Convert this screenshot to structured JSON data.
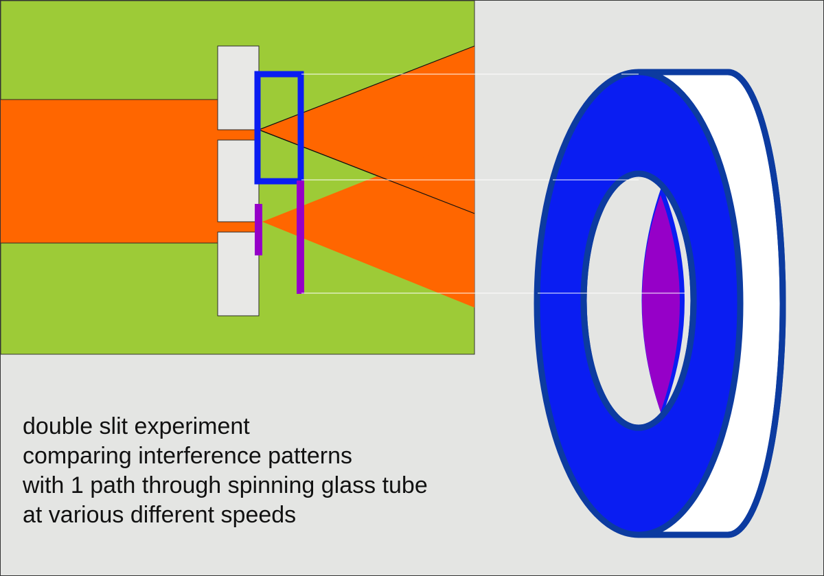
{
  "caption": {
    "lines": [
      "double slit experiment",
      "comparing interference patterns",
      "with 1 path through spinning glass tube",
      "at various different speeds"
    ]
  },
  "colors": {
    "background": "#e4e5e3",
    "panel": "#9dcb37",
    "beam": "#ff6600",
    "barrier": "#e8e8e6",
    "tube_blue": "#0a1df2",
    "tube_outline": "#0c3ba0",
    "glass_purple": "#9600c8",
    "guide_line": "#ffffff"
  }
}
